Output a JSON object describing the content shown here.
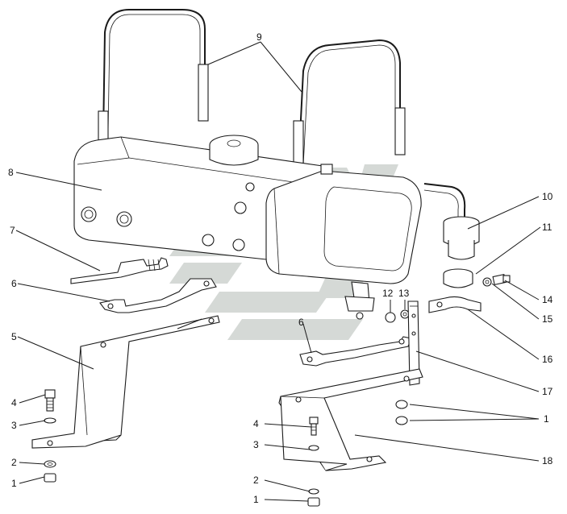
{
  "figure": {
    "watermark_logo": "stylized-chevron-logo",
    "colors": {
      "line": "#1a1a1a",
      "watermark": "#c7cdc9",
      "background": "#ffffff"
    }
  },
  "callouts": {
    "n1a": "1",
    "n1b": "1",
    "n1c": "1",
    "n2a": "2",
    "n2b": "2",
    "n3a": "3",
    "n3b": "3",
    "n4a": "4",
    "n4b": "4",
    "n5": "5",
    "n6a": "6",
    "n6b": "6",
    "n7": "7",
    "n8": "8",
    "n9": "9",
    "n10": "10",
    "n11": "11",
    "n12": "12",
    "n13": "13",
    "n14": "14",
    "n15": "15",
    "n16": "16",
    "n17": "17",
    "n18": "18"
  }
}
